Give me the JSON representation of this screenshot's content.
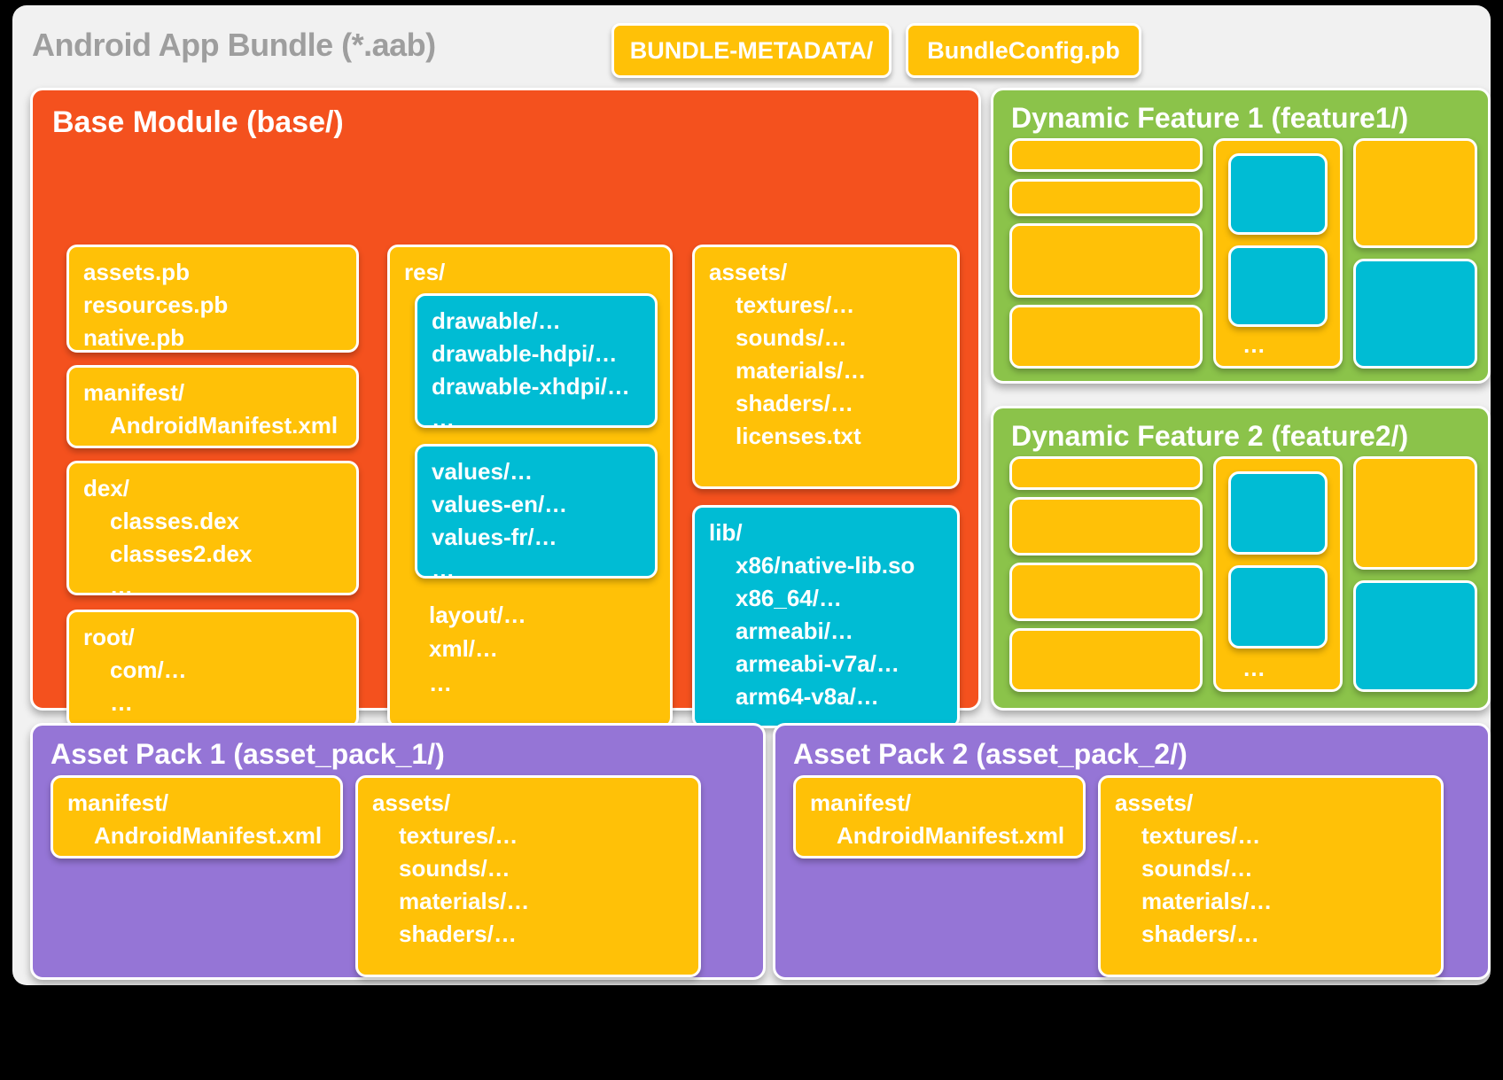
{
  "bundle": {
    "title": "Android App Bundle (*.aab)",
    "metadata_chip": "BUNDLE-METADATA/",
    "config_chip": "BundleConfig.pb"
  },
  "colors": {
    "background": "#000000",
    "bundle_surface": "#f1f1f1",
    "base_module": "#f4511e",
    "dynamic_feature": "#8bc34a",
    "asset_pack": "#9575d6",
    "yellow_box": "#ffc107",
    "cyan_box": "#00bcd4",
    "title_grey": "#9e9e9e",
    "text_white": "#ffffff"
  },
  "base_module": {
    "title": "Base Module (base/)",
    "pb_files": [
      "assets.pb",
      "resources.pb",
      "native.pb"
    ],
    "manifest": {
      "root": "manifest/",
      "children": [
        "AndroidManifest.xml"
      ]
    },
    "dex": {
      "root": "dex/",
      "children": [
        "classes.dex",
        "classes2.dex",
        "…"
      ]
    },
    "root_dir": {
      "root": "root/",
      "children": [
        "com/…",
        "…"
      ]
    },
    "res": {
      "label": "res/",
      "drawable": [
        "drawable/…",
        "drawable-hdpi/…",
        "drawable-xhdpi/…",
        "…"
      ],
      "values": [
        "values/…",
        "values-en/…",
        "values-fr/…",
        "…"
      ],
      "tail": [
        "layout/…",
        "xml/…",
        "…"
      ]
    },
    "assets": {
      "root": "assets/",
      "children": [
        "textures/…",
        "sounds/…",
        "materials/…",
        "shaders/…",
        "licenses.txt"
      ]
    },
    "lib": {
      "root": "lib/",
      "children": [
        "x86/native-lib.so",
        "x86_64/…",
        "armeabi/…",
        "armeabi-v7a/…",
        "arm64-v8a/…"
      ]
    }
  },
  "dynamic_features": [
    {
      "title": "Dynamic Feature 1 (feature1/)",
      "ellipsis": "…"
    },
    {
      "title": "Dynamic Feature 2 (feature2/)",
      "ellipsis": "…"
    }
  ],
  "asset_packs": [
    {
      "title": "Asset Pack 1 (asset_pack_1/)",
      "manifest": {
        "root": "manifest/",
        "children": [
          "AndroidManifest.xml"
        ]
      },
      "assets": {
        "root": "assets/",
        "children": [
          "textures/…",
          "sounds/…",
          "materials/…",
          "shaders/…"
        ]
      }
    },
    {
      "title": "Asset Pack 2 (asset_pack_2/)",
      "manifest": {
        "root": "manifest/",
        "children": [
          "AndroidManifest.xml"
        ]
      },
      "assets": {
        "root": "assets/",
        "children": [
          "textures/…",
          "sounds/…",
          "materials/…",
          "shaders/…"
        ]
      }
    }
  ]
}
